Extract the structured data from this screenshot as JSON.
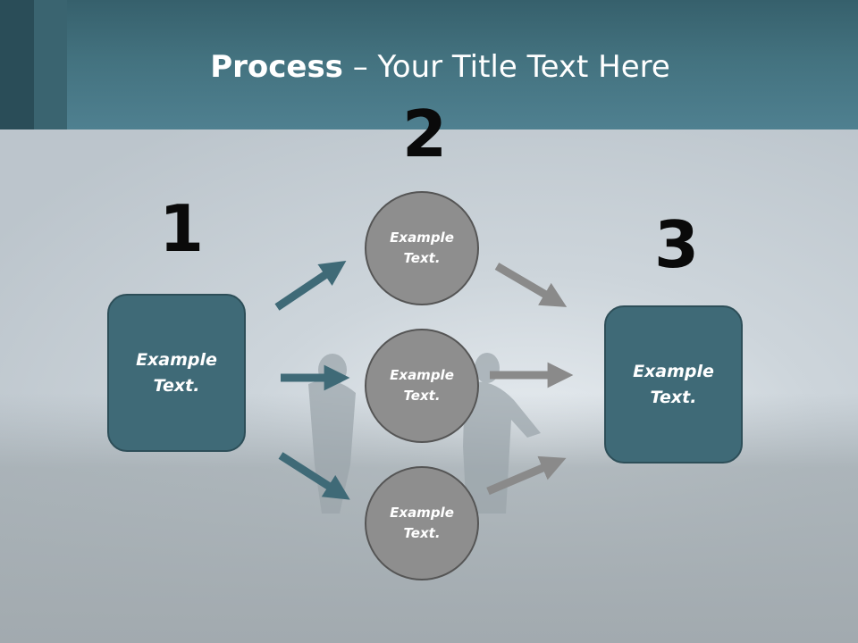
{
  "slide": {
    "title_bold": "Process",
    "title_rest": " – Your Title Text Here"
  },
  "steps": {
    "step1": {
      "number": "1",
      "label": "Example Text."
    },
    "step2": {
      "number": "2",
      "circles": [
        {
          "label": "Example Text."
        },
        {
          "label": "Example Text."
        },
        {
          "label": "Example Text."
        }
      ]
    },
    "step3": {
      "number": "3",
      "label": "Example Text."
    }
  },
  "colors": {
    "header": "#43727f",
    "box_fill": "#3f6a77",
    "circle_fill": "#8e8e8e",
    "arrow_teal": "#3f6a77",
    "arrow_gray": "#8a8a8a"
  }
}
